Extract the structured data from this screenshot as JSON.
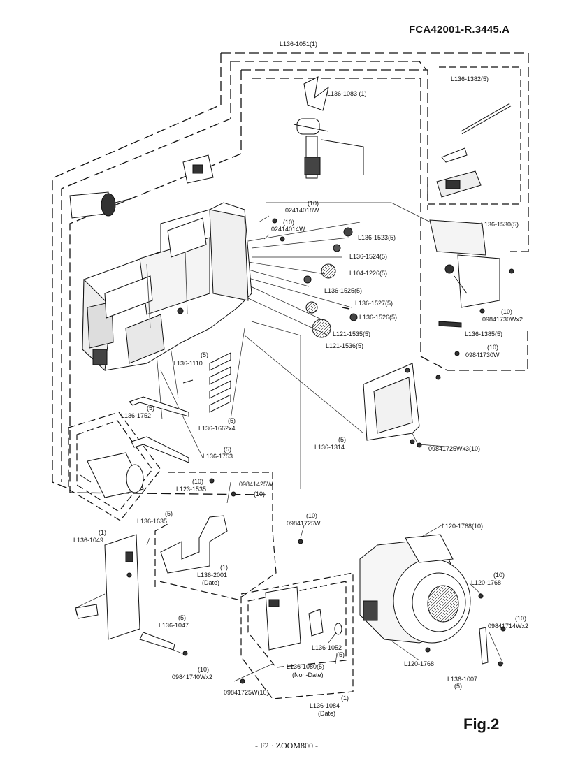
{
  "document": {
    "code": "FCA42001-R.3445.A",
    "figure": "Fig.2",
    "footer": "- F2 · ZOOM800 -"
  },
  "callouts": {
    "c1051": "L136-1051(1)",
    "c1083": "L136-1083 (1)",
    "c1382": "L136-1382(5)",
    "q10a": "(10)",
    "p02414018": "02414018W",
    "q10b": "(10)",
    "p02414014": "02414014W",
    "c1523": "L136-1523(5)",
    "c1524": "L136-1524(5)",
    "c1226": "L104-1226(5)",
    "c1525": "L136-1525(5)",
    "c1527": "L136-1527(5)",
    "c1526": "L136-1526(5)",
    "c1535a": "L121-1535(5)",
    "c1536": "L121-1536(5)",
    "c1530": "L136-1530(5)",
    "q10c": "(10)",
    "p09841730x2": "09841730Wx2",
    "c1385": "L136-1385(5)",
    "q10d": "(10)",
    "p09841730": "09841730W",
    "q5a": "(5)",
    "c1110": "L136-1110",
    "q5b": "(5)",
    "c1752": "L136-1752",
    "q5c": "(5)",
    "c1662": "L136-1662x4",
    "q5d": "(5)",
    "c1314": "L136-1314",
    "p09841725x3": "09841725Wx3(10)",
    "q5e": "(5)",
    "c1753": "L136-1753",
    "q10e": "(10)",
    "c1535b": "L123-1535",
    "p09841425": "09841425W",
    "q10f": "(10)",
    "q5f": "(5)",
    "c1635": "L136-1635",
    "q1a": "(1)",
    "c1049": "L136-1049",
    "q10g": "(10)",
    "p09841725a": "09841725W",
    "c1768a": "L120-1768(10)",
    "q1b": "(1)",
    "c2001": "L136-2001",
    "date1": "(Date)",
    "q10h": "(10)",
    "c1768b": "L120-1768",
    "q10i": "(10)",
    "p09841714": "09841714Wx2",
    "q5g": "(5)",
    "c1047": "L136-1047",
    "c1052": "L136-1052",
    "q5h": "(5)",
    "c1768c": "L120-1768",
    "c1080": "L136-1080(5)",
    "nondate": "(Non-Date)",
    "c1007": "L136-1007",
    "q5i": "(5)",
    "q10j": "(10)",
    "p09841740": "09841740Wx2",
    "p09841725b": "09841725W(10)",
    "q1c": "(1)",
    "c1084": "L136-1084",
    "date2": "(Date)"
  }
}
